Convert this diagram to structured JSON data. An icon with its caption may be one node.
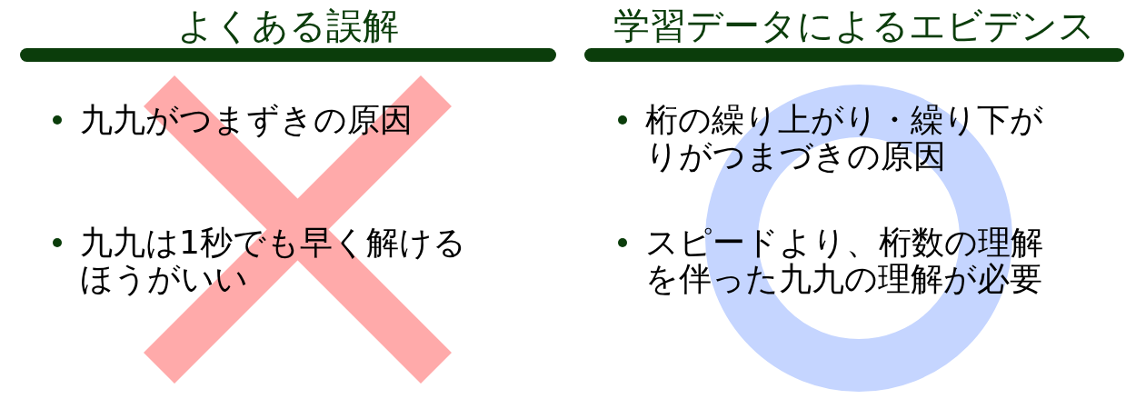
{
  "diagram": {
    "labels": [
      "よくある誤解",
      "九九がつまずきの原因",
      "九九は1秒でも早く解けるほうがいい",
      "学習データによるエビデンス",
      "桁の繰り上がり・繰り下がりがつまづきの原因",
      "スピードより、桁数の理解を伴った九九の理解が必要"
    ]
  }
}
